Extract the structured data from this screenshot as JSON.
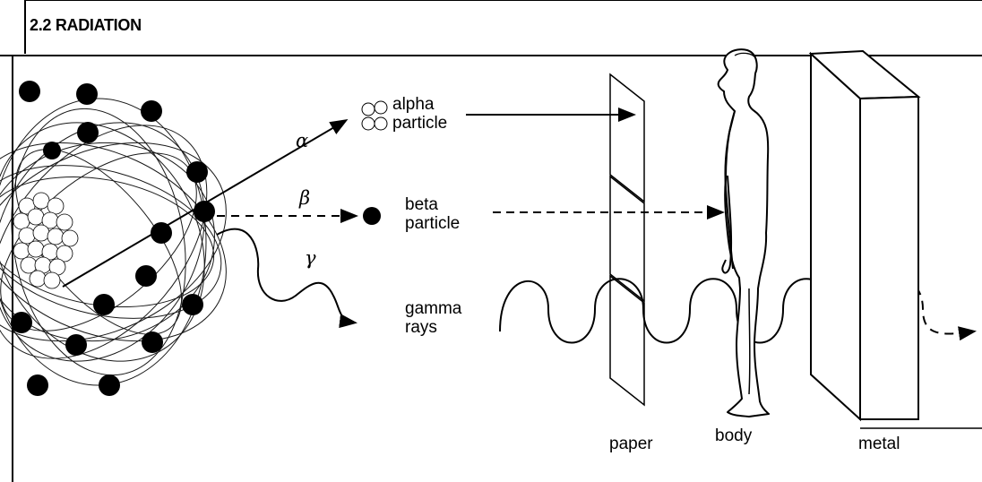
{
  "title": "2.2 RADIATION",
  "symbols": {
    "alpha": "α",
    "beta": "β",
    "gamma": "γ"
  },
  "particles": {
    "alpha": {
      "line1": "alpha",
      "line2": "particle"
    },
    "beta": {
      "line1": "beta",
      "line2": "particle"
    },
    "gamma": {
      "line1": "gamma",
      "line2": "rays"
    }
  },
  "barriers": {
    "paper": "paper",
    "body": "body",
    "metal": "metal"
  }
}
